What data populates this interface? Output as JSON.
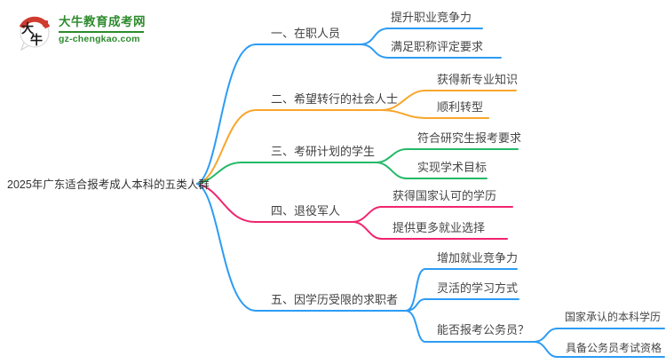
{
  "site": {
    "logo_icon_char_1": "大",
    "logo_icon_char_2": "牛",
    "logo_title": "大牛教育成考网",
    "logo_domain": "gz-chengkao.com",
    "brand_green": "#2e8b2e",
    "brand_red": "#cf3b2f"
  },
  "mindmap": {
    "root": "2025年广东适合报考成人本科的五类人群",
    "branches": [
      {
        "label": "一、在职人员",
        "color": "#2d9cf4",
        "children": [
          {
            "label": "提升职业竞争力"
          },
          {
            "label": "满足职称评定要求"
          }
        ]
      },
      {
        "label": "二、希望转行的社会人士",
        "color": "#f9a62c",
        "children": [
          {
            "label": "获得新专业知识"
          },
          {
            "label": "顺利转型"
          }
        ]
      },
      {
        "label": "三、考研计划的学生",
        "color": "#24b968",
        "children": [
          {
            "label": "符合研究生报考要求"
          },
          {
            "label": "实现学术目标"
          }
        ]
      },
      {
        "label": "四、退役军人",
        "color": "#f0256e",
        "children": [
          {
            "label": "获得国家认可的学历"
          },
          {
            "label": "提供更多就业选择"
          }
        ]
      },
      {
        "label": "五、因学历受限的求职者",
        "color": "#2d9cf4",
        "children": [
          {
            "label": "增加就业竞争力"
          },
          {
            "label": "灵活的学习方式"
          },
          {
            "label": "能否报考公务员？",
            "children": [
              {
                "label": "国家承认的本科学历"
              },
              {
                "label": "具备公务员考试资格"
              }
            ]
          }
        ]
      }
    ]
  }
}
